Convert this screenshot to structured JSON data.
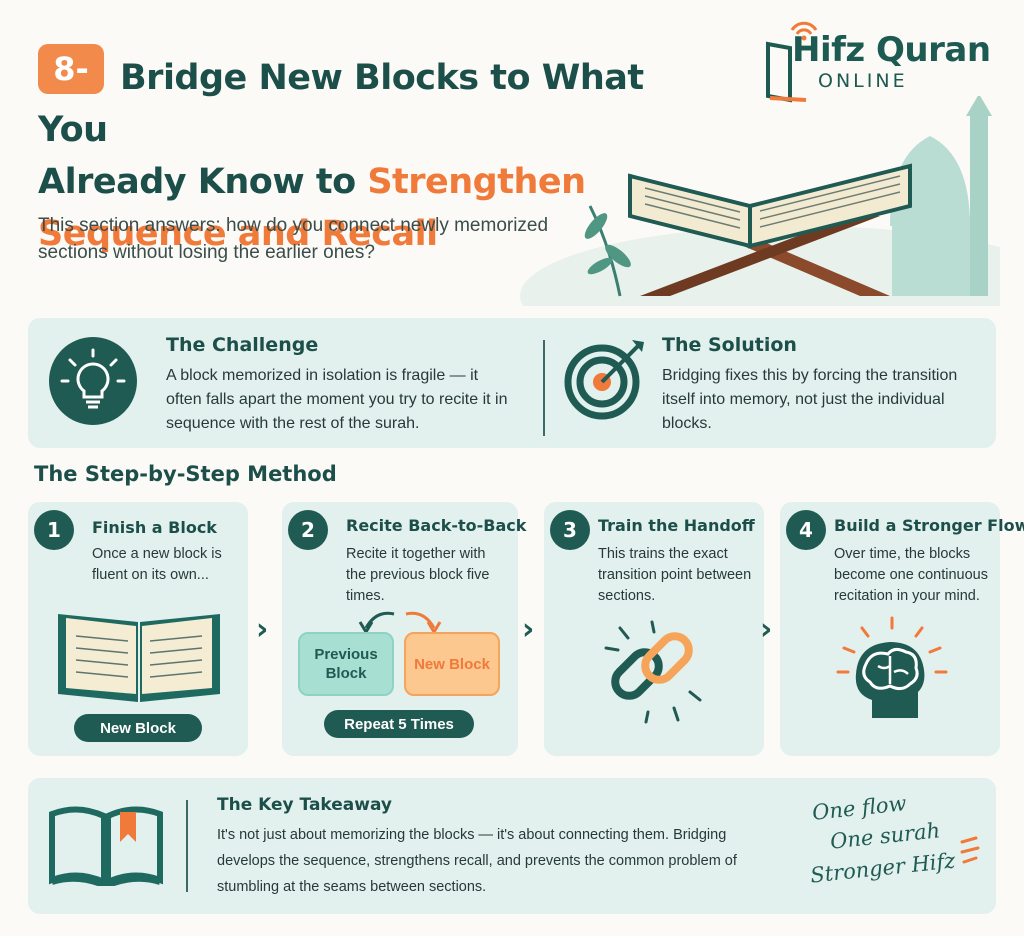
{
  "header": {
    "number": "8-",
    "title_line1": "Bridge New Blocks to What You",
    "title_line2_a": "Already Know to ",
    "title_line2_b": "Strengthen",
    "title_line3": "Sequence and Recall",
    "intro": "This section answers: how do you connect newly memorized sections without losing the earlier ones?"
  },
  "logo": {
    "name_part1": "Hifz Quran",
    "name_part2": "ONLINE"
  },
  "challenge": {
    "title": "The Challenge",
    "text": "A block memorized in isolation is fragile — it often falls apart the moment you try to recite it in sequence with the rest of the surah.",
    "icon": "lightbulb-icon"
  },
  "solution": {
    "title": "The Solution",
    "text": "Bridging fixes this by forcing the transition itself into memory, not just the individual blocks.",
    "icon": "target-icon"
  },
  "method": {
    "heading": "The Step-by-Step Method",
    "steps": [
      {
        "num": "1",
        "title": "Finish a Block",
        "text": "Once a new block is fluent on its own...",
        "pill": "New Block"
      },
      {
        "num": "2",
        "title": "Recite Back-to-Back",
        "text": "Recite it together with the previous block five times.",
        "box_previous": "Previous Block",
        "box_new": "New Block",
        "pill": "Repeat 5 Times"
      },
      {
        "num": "3",
        "title": "Train the Handoff",
        "text": "This trains the exact transition point between sections."
      },
      {
        "num": "4",
        "title": "Build a Stronger Flow",
        "text": "Over time, the blocks become one continuous recitation in your mind."
      }
    ]
  },
  "takeaway": {
    "title": "The Key Takeaway",
    "text": "It's not just about memorizing the blocks — it's about connecting them. Bridging develops the sequence, strengthens recall, and prevents the common problem of stumbling at the seams between sections.",
    "slogan": [
      "One flow",
      "One surah",
      "Stronger Hifz"
    ]
  },
  "colors": {
    "teal": "#1f5a53",
    "orange": "#f07a3a",
    "panel": "#e2f0ee",
    "background": "#fbfaf6"
  }
}
